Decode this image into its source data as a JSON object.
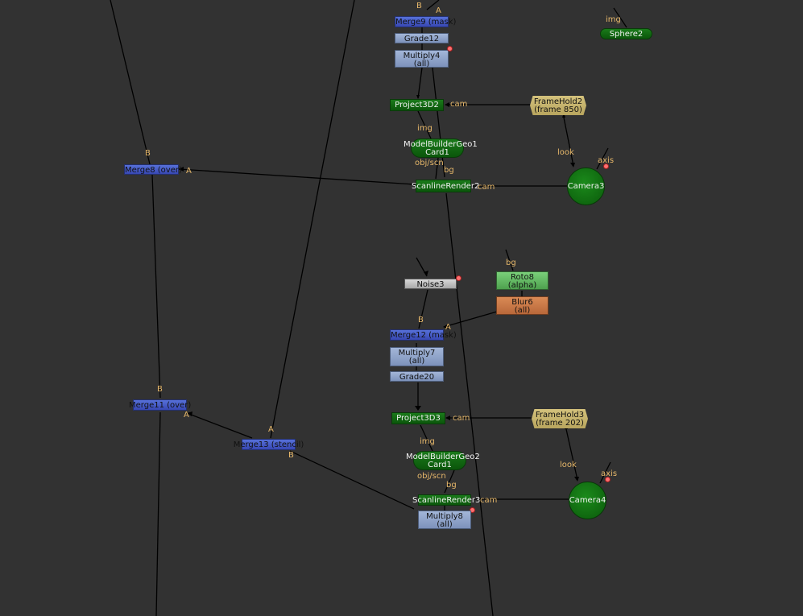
{
  "nodes": {
    "merge9": "Merge9 (mask)",
    "grade12": "Grade12",
    "multiply4": [
      "Multiply4",
      "(all)"
    ],
    "sphere2": "Sphere2",
    "project3d2": "Project3D2",
    "framehold2": [
      "FrameHold2",
      "(frame 850)"
    ],
    "modelbuilder1": [
      "ModelBuilderGeo1",
      "Card1"
    ],
    "merge8": "Merge8 (over)",
    "scanline2": "ScanlineRender2",
    "camera3": "Camera3",
    "noise3": "Noise3",
    "roto8": [
      "Roto8",
      "(alpha)"
    ],
    "blur6": [
      "Blur6",
      "(all)"
    ],
    "merge12": "Merge12 (mask)",
    "multiply7": [
      "Multiply7",
      "(all)"
    ],
    "grade20": "Grade20",
    "merge11": "Merge11 (over)",
    "merge13": "Merge13 (stencil)",
    "project3d3": "Project3D3",
    "framehold3": [
      "FrameHold3",
      "(frame 202)"
    ],
    "modelbuilder2": [
      "ModelBuilderGeo2",
      "Card1"
    ],
    "scanline3": "ScanlineRender3",
    "camera4": "Camera4",
    "multiply8": [
      "Multiply8",
      "(all)"
    ]
  },
  "inputs": {
    "b": "B",
    "a": "A",
    "img": "img",
    "cam": "cam",
    "look": "look",
    "axis": "axis",
    "objscn": "obj/scn",
    "bg": "bg"
  },
  "colors": {
    "background": "#323232",
    "wire": "#000000",
    "input_label": "#e7b86a"
  }
}
